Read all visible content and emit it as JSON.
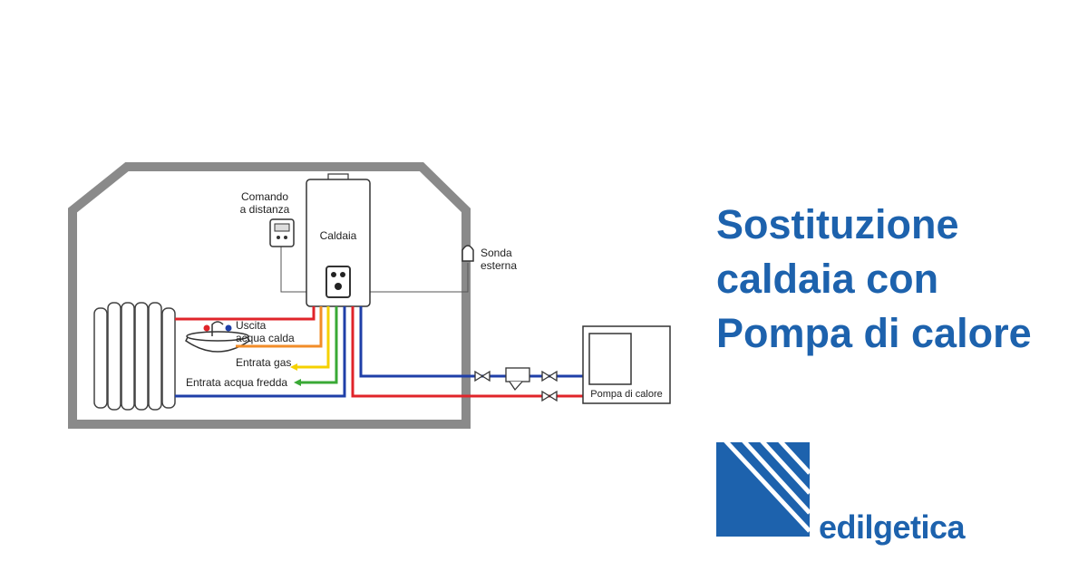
{
  "diagram": {
    "labels": {
      "remote": [
        "Comando",
        "a distanza"
      ],
      "boiler": "Caldaia",
      "probe": [
        "Sonda",
        "esterna"
      ],
      "hot_water": [
        "Uscita",
        "acqua calda"
      ],
      "gas": "Entrata gas",
      "cold_water": "Entrata acqua fredda",
      "heat_pump": "Pompa di calore"
    },
    "colors": {
      "hot": "#e0242a",
      "hot_water": "#f28c28",
      "gas": "#f5d100",
      "cold_water": "#39a935",
      "return": "#1f3fa8",
      "outline": "#333333"
    }
  },
  "headline": {
    "line1": "Sostituzione",
    "line2": "caldaia con",
    "line3": "Pompa di calore"
  },
  "brand": {
    "name": "edilgetica",
    "color": "#1d62ad",
    "logo_icon": "edilgetica-logo-icon"
  }
}
